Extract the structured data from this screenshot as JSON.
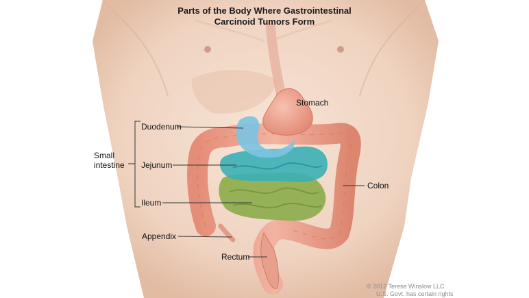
{
  "figure": {
    "title_line1": "Parts of the Body Where Gastrointestinal",
    "title_line2": "Carcinoid Tumors Form"
  },
  "labels": {
    "stomach": "Stomach",
    "duodenum": "Duodenum",
    "small_intestine_line1": "Small",
    "small_intestine_line2": "intestine",
    "jejunum": "Jejunum",
    "colon": "Colon",
    "ileum": "Ileum",
    "appendix": "Appendix",
    "rectum": "Rectum"
  },
  "credit": {
    "line1": "© 2012 Terese Winslow LLC",
    "line2": "U.S. Govt. has certain rights"
  },
  "colors": {
    "skin": "#f3dac9",
    "colon": "#e9a08c",
    "stomach": "#ef9f8a",
    "duodenum": "#7cc3df",
    "jejunum": "#3bb0b6",
    "ileum": "#8dac4c",
    "leader_line": "#333333"
  }
}
